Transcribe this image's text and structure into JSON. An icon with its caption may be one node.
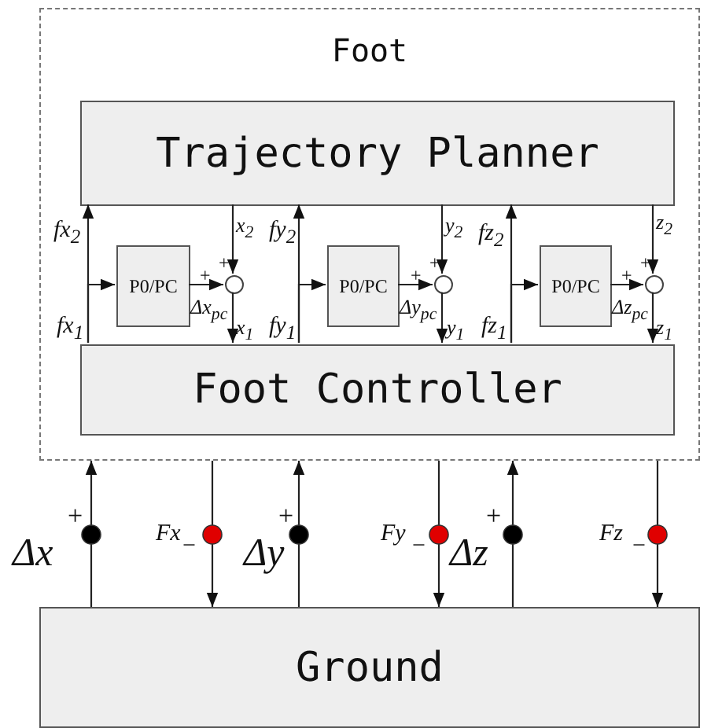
{
  "diagram": {
    "nodes": [
      {
        "text": [
          "Foot"
        ]
      },
      {
        "text": [
          "Trajectory Planner"
        ],
        "in": 0
      },
      {
        "text": [
          "Foot Controller"
        ],
        "in": 0
      },
      {
        "text": [
          "P0/PC"
        ],
        "in": 0
      },
      {
        "text": [
          "P0/PC"
        ],
        "in": 0
      },
      {
        "text": [
          "P0/PC"
        ],
        "in": 0
      },
      {
        "text": [],
        "shape": "circle",
        "in": 0
      },
      {
        "text": [],
        "shape": "circle",
        "in": 0
      },
      {
        "text": [],
        "shape": "circle",
        "in": 0
      },
      {
        "text": [
          "Ground"
        ]
      }
    ],
    "edges": [
      {
        "from": 2,
        "to": 1,
        "arrow": "to"
      },
      {
        "from": 2,
        "to": 3,
        "arrow": "to"
      },
      {
        "from": 3,
        "to": 6,
        "arrow": "to"
      },
      {
        "from": 1,
        "to": 6,
        "arrow": "to"
      },
      {
        "from": 6,
        "to": 2,
        "arrow": "to"
      },
      {
        "from": 2,
        "to": 1,
        "arrow": "to"
      },
      {
        "from": 2,
        "to": 4,
        "arrow": "to"
      },
      {
        "from": 4,
        "to": 7,
        "arrow": "to"
      },
      {
        "from": 1,
        "to": 7,
        "arrow": "to"
      },
      {
        "from": 7,
        "to": 2,
        "arrow": "to"
      },
      {
        "from": 2,
        "to": 1,
        "arrow": "to"
      },
      {
        "from": 2,
        "to": 5,
        "arrow": "to"
      },
      {
        "from": 5,
        "to": 8,
        "arrow": "to"
      },
      {
        "from": 1,
        "to": 8,
        "arrow": "to"
      },
      {
        "from": 8,
        "to": 2,
        "arrow": "to"
      },
      {
        "from": 9,
        "to": 0,
        "arrow": "to"
      },
      {
        "from": 0,
        "to": 9,
        "arrow": "to"
      },
      {
        "from": 9,
        "to": 0,
        "arrow": "to"
      },
      {
        "from": 0,
        "to": 9,
        "arrow": "to"
      },
      {
        "from": 9,
        "to": 0,
        "arrow": "to"
      },
      {
        "from": 0,
        "to": 9,
        "arrow": "to"
      }
    ],
    "labels": [
      "fx$_{2}$",
      "x$_{2}$",
      "fy$_{2}$",
      "y$_{2}$",
      "fz$_{2}$",
      "z$_{2}$",
      "+",
      "+",
      "+",
      "+",
      "+",
      "+",
      "Δx$_{pc}$",
      "Δy$_{pc}$",
      "Δz$_{pc}$",
      "fx$_{1}$",
      "x$_{1}$",
      "fy$_{1}$",
      "y$_{1}$",
      "fz$_{1}$",
      "z$_{1}$",
      "+",
      "+",
      "+",
      "Δx",
      "Fx",
      "−",
      "Δy",
      "Fy",
      "−",
      "Δz",
      "Fz",
      "−"
    ]
  }
}
